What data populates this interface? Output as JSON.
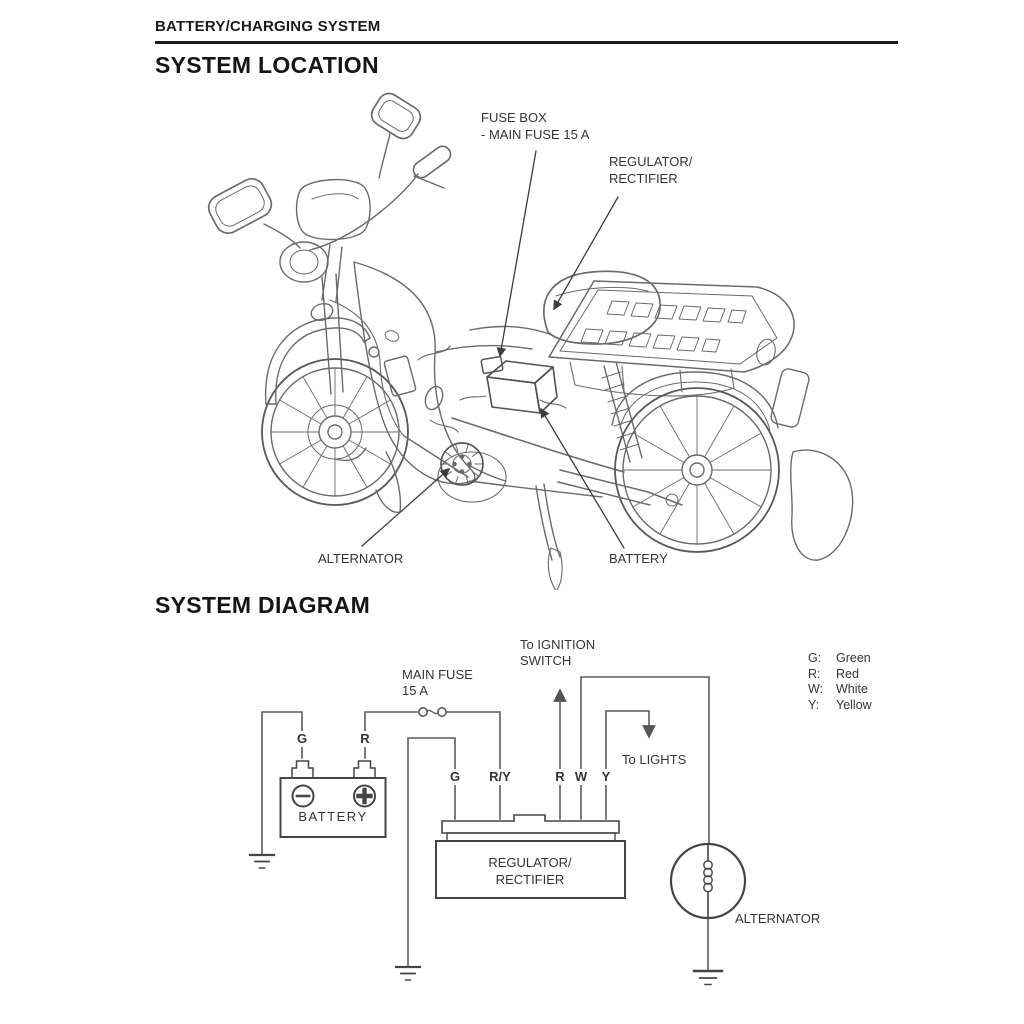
{
  "header": {
    "section": "BATTERY/CHARGING SYSTEM",
    "title": "SYSTEM LOCATION"
  },
  "location": {
    "fuse_box_label": {
      "line1": "FUSE BOX",
      "line2": "- MAIN FUSE 15 A"
    },
    "regulator_label": {
      "line1": "REGULATOR/",
      "line2": "RECTIFIER"
    },
    "alternator_label": "ALTERNATOR",
    "battery_label": "BATTERY"
  },
  "diagram": {
    "title": "SYSTEM DIAGRAM",
    "main_fuse": {
      "line1": "MAIN FUSE",
      "line2": "15 A"
    },
    "to_ignition": {
      "line1": "To IGNITION",
      "line2": "SWITCH"
    },
    "to_lights": "To LIGHTS",
    "battery": {
      "terminal_left": "G",
      "terminal_right": "R",
      "label": "BATTERY"
    },
    "regulator": {
      "pins": [
        "G",
        "R/Y",
        "R",
        "W",
        "Y"
      ],
      "line1": "REGULATOR/",
      "line2": "RECTIFIER"
    },
    "alternator_label": "ALTERNATOR",
    "legend": [
      {
        "code": "G:",
        "name": "Green"
      },
      {
        "code": "R:",
        "name": "Red"
      },
      {
        "code": "W:",
        "name": "White"
      },
      {
        "code": "Y:",
        "name": "Yellow"
      }
    ]
  },
  "colors": {
    "ink": "#1a1a1a",
    "wire": "#5c5c5c",
    "component": "#414141",
    "art": "#6a6a6a"
  }
}
